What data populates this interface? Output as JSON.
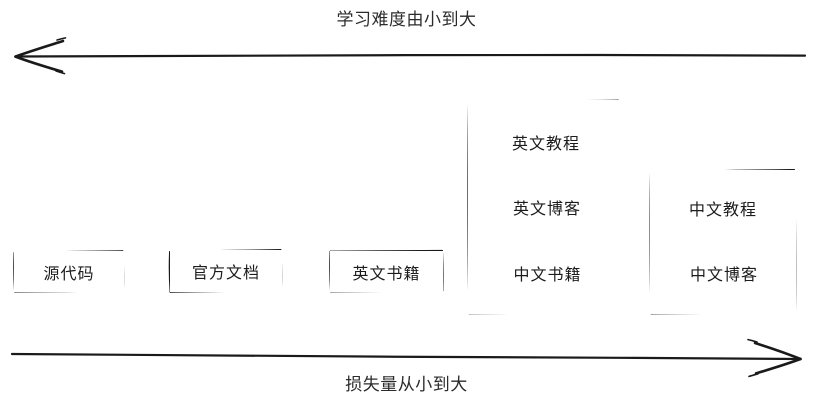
{
  "diagram": {
    "title_top": "学习难度由小到大",
    "title_bottom": "损失量从小到大",
    "stroke_color": "#1a1a1a",
    "background_color": "#ffffff",
    "top_arrow": {
      "name": "left-arrow",
      "direction": "left",
      "meaning": "学习难度由小到大"
    },
    "bottom_arrow": {
      "name": "right-arrow",
      "direction": "right",
      "meaning": "损失量从小到大"
    },
    "nodes": [
      {
        "id": "n1",
        "label": "源代码"
      },
      {
        "id": "n2",
        "label": "官方文档"
      },
      {
        "id": "n3",
        "label": "英文书籍"
      }
    ],
    "groups": [
      {
        "id": "g1",
        "items": [
          {
            "id": "g1a",
            "label": "英文教程"
          },
          {
            "id": "g1b",
            "label": "英文博客"
          },
          {
            "id": "g1c",
            "label": "中文书籍"
          }
        ]
      },
      {
        "id": "g2",
        "items": [
          {
            "id": "g2a",
            "label": "中文教程"
          },
          {
            "id": "g2b",
            "label": "中文博客"
          }
        ]
      }
    ]
  }
}
